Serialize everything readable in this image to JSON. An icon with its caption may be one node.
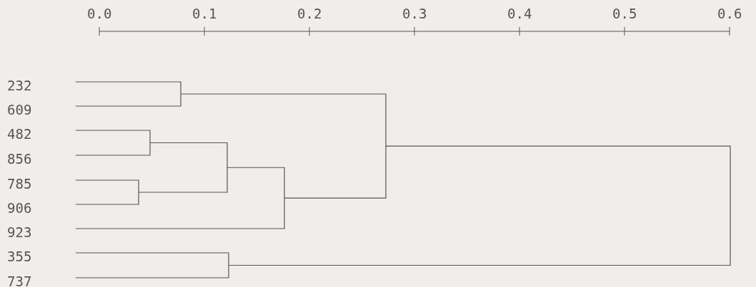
{
  "diagram": {
    "labels": [
      "0.0",
      "0.1",
      "0.2",
      "0.3",
      "0.4",
      "0.5",
      "0.6",
      "232",
      "609",
      "482",
      "856",
      "785",
      "906",
      "923",
      "355",
      "737"
    ]
  }
}
